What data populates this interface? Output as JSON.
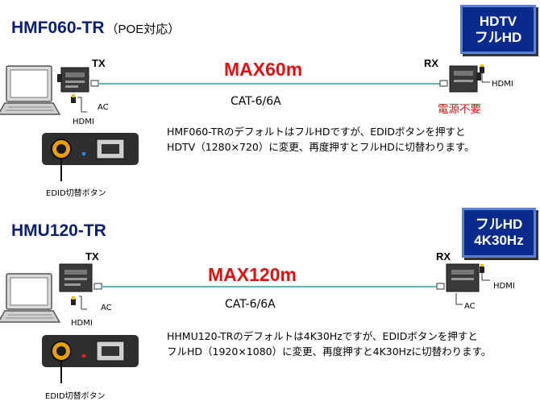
{
  "section1": {
    "title": "HMF060-TR",
    "subtitle": "（POE対応）",
    "badge_line1": "HDTV",
    "badge_line2": "フルHD",
    "tx_label": "TX",
    "rx_label": "RX",
    "max": "MAX60m",
    "cable": "CAT-6/6A",
    "tx_ac": "AC",
    "tx_hdmi": "HDMI",
    "rx_hdmi": "HDMI",
    "rx_note": "電源不要",
    "note_line1": "HMF060-TRのデフォルトはフルHDですが、EDIDボタンを押すと",
    "note_line2": "HDTV（1280×720）に変更、再度押すとフルHDに切替わります。",
    "edid_label": "EDID切替ボタン"
  },
  "section2": {
    "title": "HMU120-TR",
    "badge_line1": "フルHD",
    "badge_line2": "4K30Hz",
    "tx_label": "TX",
    "rx_label": "RX",
    "max": "MAX120m",
    "cable": "CAT-6/6A",
    "tx_ac": "AC",
    "tx_hdmi": "HDMI",
    "rx_hdmi": "HDMI",
    "rx_ac": "AC",
    "note_line1": "HHMU120-TRのデフォルトは4K30Hzですが、EDIDボタンを押すと",
    "note_line2": "フルHD（1920×1080）に変更、再度押すと4K30Hzに切替わります。",
    "edid_label": "EDID切替ボタン"
  },
  "colors": {
    "title": "#0a1f6e",
    "max": "#e01010",
    "badge": "#0b2b8c",
    "cable": "#5bb8c8",
    "led1": "#2e7fd8",
    "led2": "#e02020"
  }
}
